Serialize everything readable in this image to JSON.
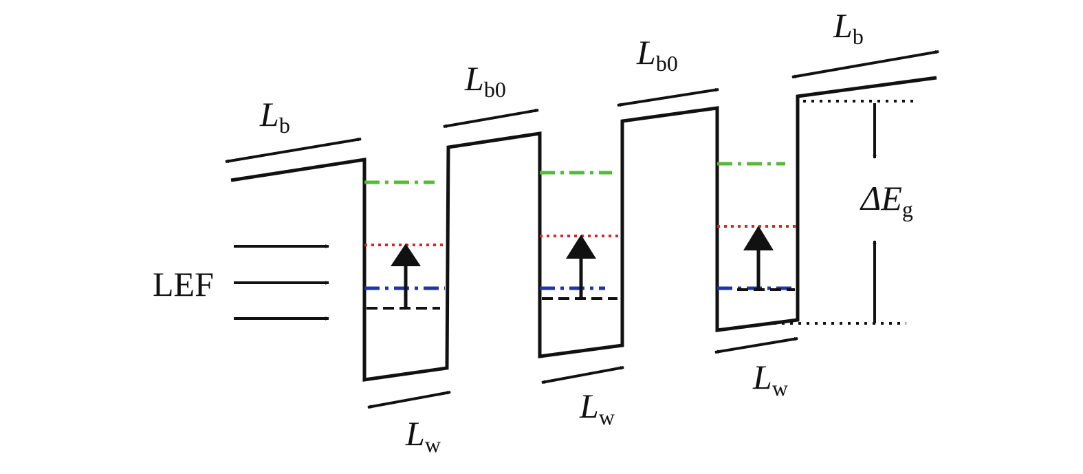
{
  "labels": {
    "barrier_left": {
      "symbol": "L",
      "sub": "b"
    },
    "barrier_inner_1": {
      "symbol": "L",
      "sub": "b0"
    },
    "barrier_inner_2": {
      "symbol": "L",
      "sub": "b0"
    },
    "barrier_right": {
      "symbol": "L",
      "sub": "b"
    },
    "well_1": {
      "symbol": "L",
      "sub": "w"
    },
    "well_2": {
      "symbol": "L",
      "sub": "w"
    },
    "well_3": {
      "symbol": "L",
      "sub": "w"
    },
    "bandgap": {
      "symbol": "ΔE",
      "sub": "g"
    },
    "field": "LEF"
  },
  "colors": {
    "band_edge": "#111111",
    "level_high": "#55bb33",
    "level_mid": "#dd2222",
    "level_low": "#2233aa",
    "level_ground": "#111111"
  }
}
